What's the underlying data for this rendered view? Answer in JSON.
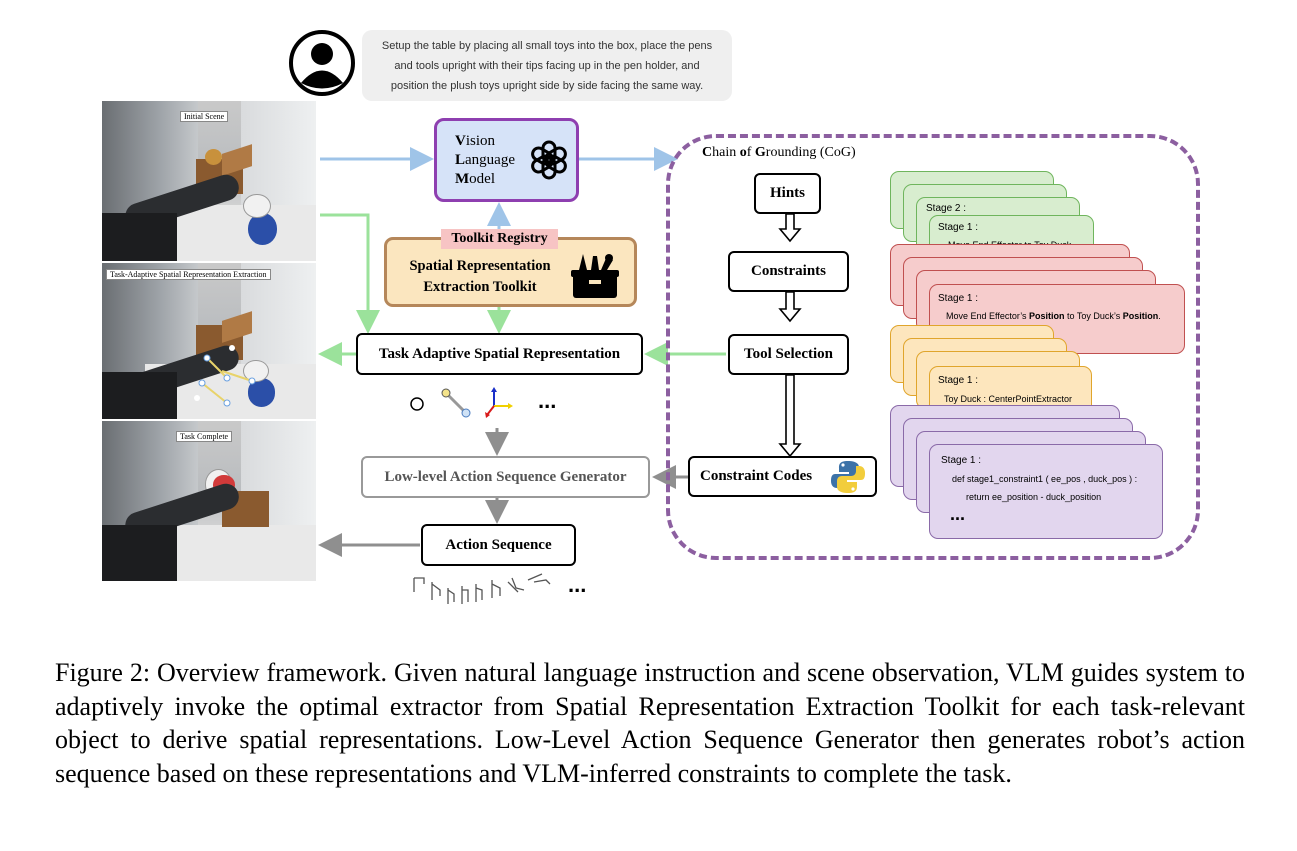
{
  "instruction": {
    "line1": "Setup the table by placing all small toys into the box, place the pens",
    "line2": "and tools upright with their tips facing up in the pen holder, and",
    "line3": "position the plush toys upright side by side facing the same way."
  },
  "scenes": {
    "initial": "Initial Scene",
    "extraction": "Task-Adaptive Spatial Representation Extraction",
    "complete": "Task Complete"
  },
  "vlm": {
    "line1_initial": "V",
    "line1_rest": "ision",
    "line2_initial": "L",
    "line2_rest": "anguage",
    "line3_initial": "M",
    "line3_rest": "odel"
  },
  "toolkit": {
    "registry": "Toolkit Registry",
    "line1": "Spatial Representation",
    "line2": "Extraction Toolkit"
  },
  "task_adaptive": "Task Adaptive Spatial Representation",
  "low_level": "Low-level Action Sequence Generator",
  "action_sequence": "Action Sequence",
  "ellipsis": "...",
  "cog": {
    "title_c": "C",
    "title_hain": "hain ",
    "title_o": "o",
    "title_f": "f ",
    "title_g": "G",
    "title_rest": "rounding (CoG)",
    "hints": "Hints",
    "constraints": "Constraints",
    "tool_selection": "Tool Selection",
    "constraint_codes": "Constraint Codes"
  },
  "cards": {
    "green": {
      "back_stage": "Stage 2 :",
      "stage": "Stage 1 :",
      "text": "Move End Effector to Toy Duck.",
      "dots": "..."
    },
    "red": {
      "stage": "Stage 1 :",
      "text_a": "Move End Effector’s ",
      "text_b": "Position",
      "text_c": " to Toy Duck’s ",
      "text_d": "Position",
      "text_e": ".",
      "dots": "..."
    },
    "yellow": {
      "stage": "Stage 1 :",
      "text": "Toy Duck : CenterPointExtractor",
      "dots": "..."
    },
    "purple": {
      "stage": "Stage 1 :",
      "code1": "def stage1_constraint1 ( ee_pos , duck_pos ) :",
      "code2": "return ee_position - duck_position",
      "dots": "..."
    }
  },
  "caption": "Figure 2: Overview framework. Given natural language instruction and scene observation, VLM guides system to adaptively invoke the optimal extractor from Spatial Representation Extraction Toolkit for each task-relevant object to derive spatial representations. Low-Level Action Sequence Generator then generates robot’s action sequence based on these representations and VLM-inferred constraints to complete the task.",
  "colors": {
    "blue_arrow": "#9fc4e8",
    "green_arrow": "#9be29b",
    "gray_arrow": "#8f8f8f",
    "vlm_fill": "#d6e3f8",
    "vlm_border": "#8e3fb0",
    "toolkit_fill": "#fbe6bf",
    "toolkit_border": "#b5875a",
    "registry_fill": "#f7c4c4",
    "cog_border": "#8c5fa0",
    "green_card": "#d8edcf",
    "red_card": "#f6cccc",
    "yellow_card": "#fde6bd",
    "purple_card": "#e2d6ee"
  },
  "icons": [
    "user-avatar-icon",
    "openai-logo-icon",
    "toolbox-icon",
    "python-logo-icon",
    "point-icon",
    "vector-icon",
    "axes-icon",
    "gripper-trajectory-icon"
  ]
}
